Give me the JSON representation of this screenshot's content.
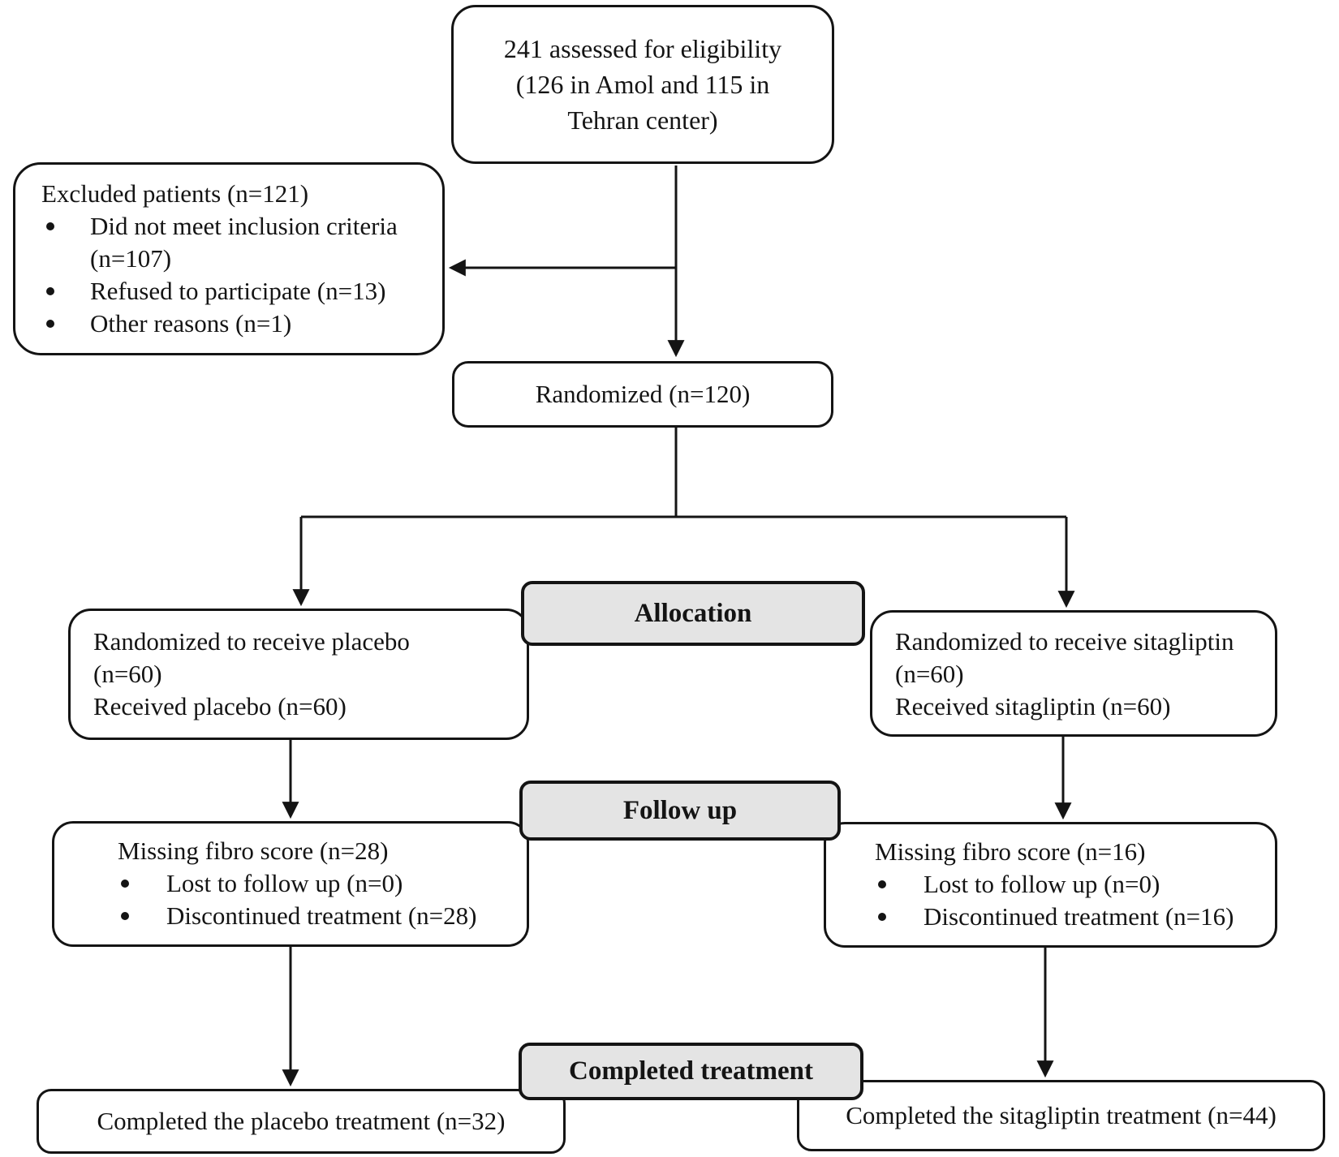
{
  "diagram": {
    "eligibility": {
      "lines": [
        "241 assessed for eligibility",
        "(126 in Amol and 115 in",
        "Tehran center)"
      ]
    },
    "excluded": {
      "title": "Excluded patients (n=121)",
      "items": [
        [
          "Did not meet inclusion criteria",
          "(n=107)"
        ],
        "Refused to participate (n=13)",
        "Other reasons (n=1)"
      ]
    },
    "randomized": {
      "label": "Randomized (n=120)"
    },
    "stages": {
      "allocation": "Allocation",
      "follow_up": "Follow up",
      "completed": "Completed treatment"
    },
    "placebo_arm": {
      "allocation_lines": [
        "Randomized to receive placebo",
        "(n=60)",
        "Received placebo (n=60)"
      ],
      "follow_up": {
        "title": "Missing fibro score (n=28)",
        "items": [
          "Lost to follow up (n=0)",
          "Discontinued treatment (n=28)"
        ]
      },
      "completed": "Completed the placebo treatment (n=32)"
    },
    "sitagliptin_arm": {
      "allocation_lines": [
        "Randomized to receive sitagliptin",
        "(n=60)",
        "Received sitagliptin (n=60)"
      ],
      "follow_up": {
        "title": "Missing fibro score (n=16)",
        "items": [
          "Lost to follow up (n=0)",
          "Discontinued treatment (n=16)"
        ]
      },
      "completed": "Completed the sitagliptin treatment (n=44)"
    },
    "colors": {
      "stage_fill": "#e4e4e4",
      "line": "#141414",
      "background": "#ffffff"
    }
  }
}
